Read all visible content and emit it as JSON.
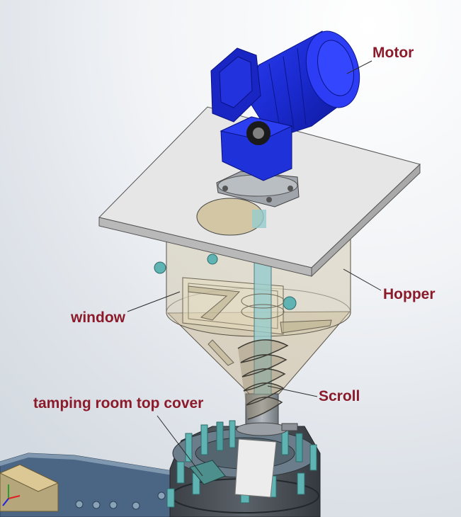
{
  "labels": {
    "motor": "Motor",
    "hopper": "Hopper",
    "window": "window",
    "scroll": "Scroll",
    "tamping_cover": "tamping room top cover"
  },
  "colors": {
    "label": "#8b1a2a",
    "motor_blue": "#1e2ed8",
    "hopper_translucent": "#c8b48a",
    "plate": "#e6e6e6",
    "base": "#4a6684",
    "posts_teal": "#5fb3b3"
  }
}
